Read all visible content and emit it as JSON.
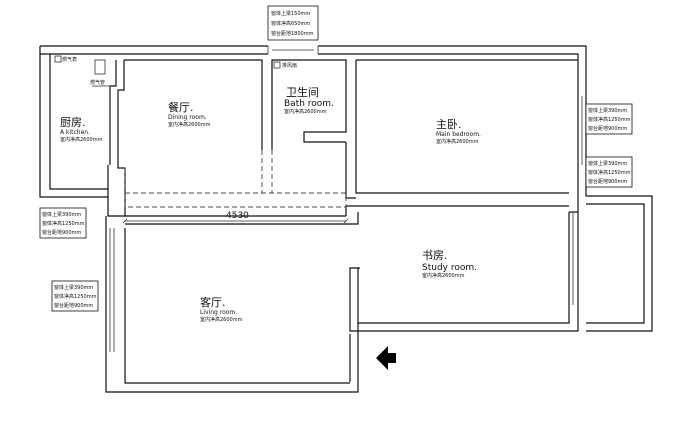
{
  "rooms": {
    "kitchen": {
      "cn": "厨房.",
      "en": "A kitchen.",
      "h": "室内净高2600mm"
    },
    "dining": {
      "cn": "餐厅.",
      "en": "Dining room.",
      "h": "室内净高2600mm"
    },
    "bath": {
      "cn": "卫生间",
      "en": "Bath room.",
      "h": "室内净高2600mm"
    },
    "master": {
      "cn": "主卧.",
      "en": "Main bedroom.",
      "h": "室内净高2600mm"
    },
    "study": {
      "cn": "书房.",
      "en": "Study room.",
      "h": "室内净高2600mm"
    },
    "living": {
      "cn": "客厅.",
      "en": "Living room.",
      "h": "室内净高2600mm"
    }
  },
  "fixtures": {
    "heater": "燃气表",
    "pipe": "燃气管",
    "bath_fan": "排风扇"
  },
  "dimension": "4530",
  "notes": {
    "top": [
      "窗体上梁150mm",
      "窗体净高650mm",
      "窗台距地1800mm"
    ],
    "right_upper": [
      "窗体上梁390mm",
      "窗体净高1250mm",
      "窗台距地900mm"
    ],
    "right_lower": [
      "窗体上梁390mm",
      "窗体净高1250mm",
      "窗台距地900mm"
    ],
    "left_upper": [
      "窗体上梁390mm",
      "窗体净高1250mm",
      "窗台距地900mm"
    ],
    "left_lower": [
      "窗体上梁390mm",
      "窗体净高1250mm",
      "窗台距地900mm"
    ]
  }
}
